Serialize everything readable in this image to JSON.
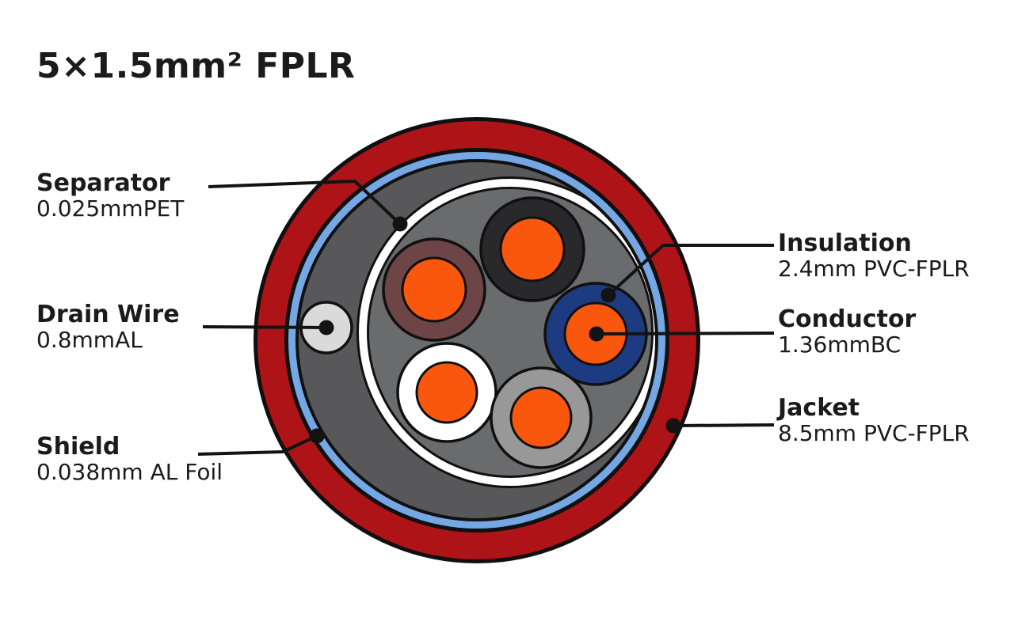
{
  "title": "5×1.5mm² FPLR",
  "diagram": {
    "labels": {
      "separator": {
        "label": "Separator",
        "spec": "0.025mmPET"
      },
      "drain_wire": {
        "label": "Drain Wire",
        "spec": "0.8mmAL"
      },
      "shield": {
        "label": "Shield",
        "spec": "0.038mm AL Foil"
      },
      "insulation": {
        "label": "Insulation",
        "spec": "2.4mm PVC-FPLR"
      },
      "conductor": {
        "label": "Conductor",
        "spec": "1.36mmBC"
      },
      "jacket": {
        "label": "Jacket",
        "spec": "8.5mm PVC-FPLR"
      }
    },
    "colors": {
      "background": "#FFFFFF",
      "text": "#1B1B1B",
      "outline": "#101010",
      "leader": "#131313",
      "jacket_red": "#AE1318",
      "shield_blue": "#74A7E4",
      "outer_filler_gray": "#58585A",
      "inner_filler_gray": "#6A6B6D",
      "separator_white": "#FFFFFF",
      "drain_wire_gray": "#DADADA",
      "core_orange": "#F9560E",
      "ins_black": "#29292B",
      "ins_brown": "#6D4546",
      "ins_blue": "#1D3B80",
      "ins_white": "#FFFFFF",
      "ins_gray": "#989899"
    }
  }
}
